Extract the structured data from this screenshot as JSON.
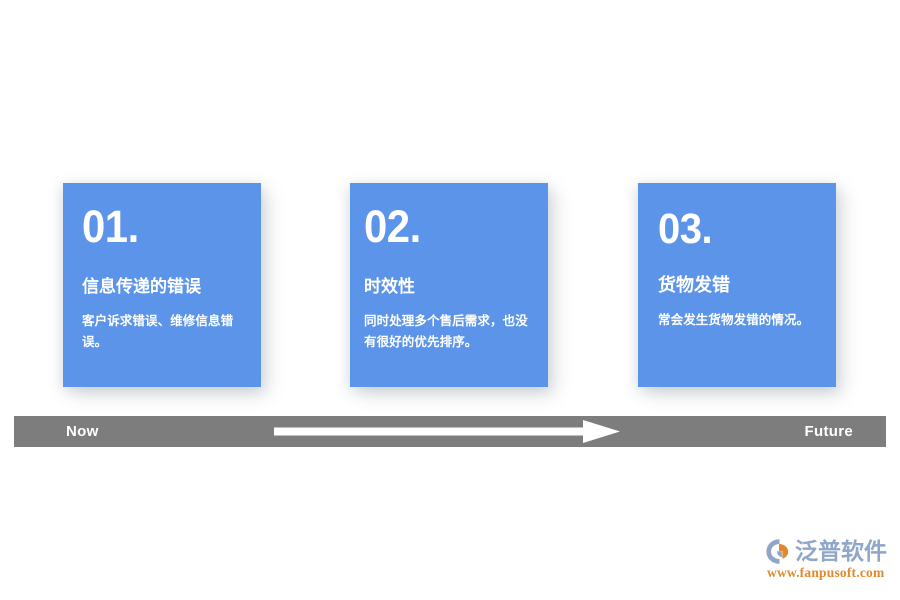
{
  "page": {
    "background_color": "#ffffff",
    "card_color": "#5b94e8",
    "bar_color": "#7d7d7d",
    "text_color": "#ffffff"
  },
  "cards": [
    {
      "number": "01.",
      "title": "信息传递的错误",
      "body": "客户诉求错误、维修信息错误。"
    },
    {
      "number": "02.",
      "title": "时效性",
      "body": "同时处理多个售后需求，也没有很好的优先排序。"
    },
    {
      "number": "03.",
      "title": "货物发错",
      "body": "常会发生货物发错的情况。"
    }
  ],
  "timeline": {
    "start_label": "Now",
    "end_label": "Future",
    "arrow_icon": "right-arrow-icon"
  },
  "logo": {
    "mark_icon": "fanpu-logo-mark-icon",
    "name": "泛普软件",
    "url": "www.fanpusoft.com",
    "name_color": "#8fa6c9",
    "url_color": "#e08a2e"
  }
}
